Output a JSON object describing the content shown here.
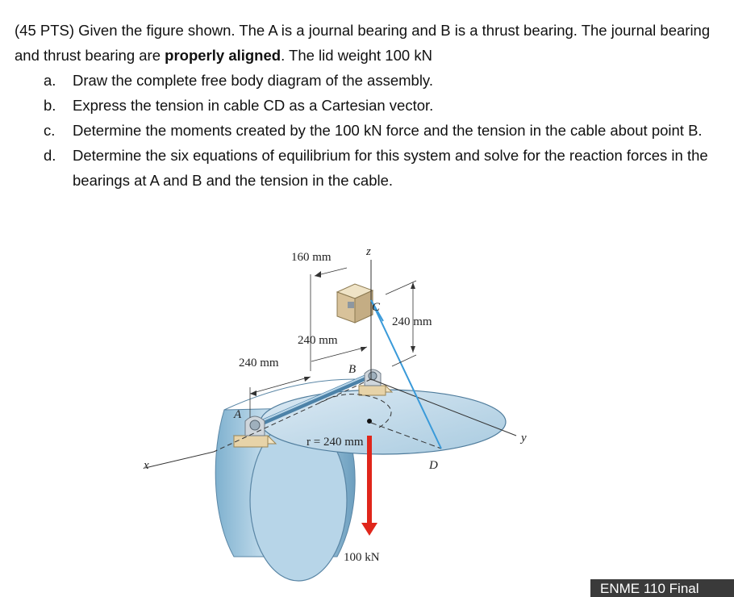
{
  "problem": {
    "intro_before_bold": "(45 PTS) Given the figure shown.  The A is a journal bearing and B is a thrust bearing.  The journal bearing and thrust bearing are ",
    "intro_bold": "properly aligned",
    "intro_after_bold": ".  The lid weight 100 kN",
    "items": [
      {
        "letter": "a.",
        "text": "Draw the complete free body diagram of the assembly."
      },
      {
        "letter": "b.",
        "text": "Express the tension in cable CD as a Cartesian vector."
      },
      {
        "letter": "c.",
        "text": "Determine the moments created by the 100 kN force and the tension in the cable about point B."
      },
      {
        "letter": "d.",
        "text": "Determine the six equations of equilibrium for this system and solve for the reaction forces in the bearings at A and B and the tension in the cable."
      }
    ]
  },
  "figure": {
    "dim_160": "160 mm",
    "axis_z": "z",
    "label_c": "C",
    "dim_240_right": "240 mm",
    "dim_240_mid": "240 mm",
    "dim_240_left": "240 mm",
    "label_b": "B",
    "label_a": "A",
    "radius_label": "r = 240 mm",
    "axis_y": "y",
    "label_d": "D",
    "axis_x": "x",
    "force_label": "100 kN",
    "colors": {
      "force_arrow": "#e0261b",
      "cable": "#3a9ad9",
      "drum": "#a9cce0",
      "lid": "#c9dfee",
      "bearing_base": "#e7d3a8"
    }
  },
  "footer": {
    "tag": "ENME 110 Final"
  }
}
